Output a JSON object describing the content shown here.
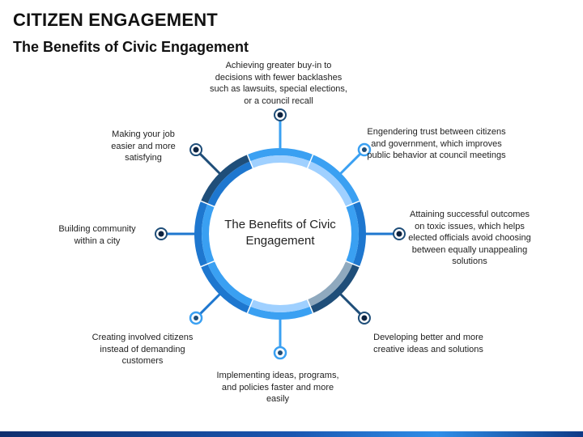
{
  "header": {
    "title": "CITIZEN ENGAGEMENT",
    "subtitle": "The Benefits of Civic Engagement"
  },
  "diagram": {
    "center_text": "The Benefits of Civic Engagement",
    "benefits": [
      "Achieving greater buy-in to decisions with fewer backlashes such as lawsuits, special elections, or a council recall",
      "Engendering trust between citizens and government, which improves public behavior at council meetings",
      "Attaining successful outcomes on toxic issues, which helps elected officials avoid choosing between equally unappealing solutions",
      "Developing better and more creative ideas and solutions",
      "Implementing ideas, programs, and policies faster and more easily",
      "Creating involved citizens instead of demanding customers",
      "Building community within a city",
      "Making your job easier and more satisfying"
    ],
    "colors": {
      "dark_navy": "#1f4e79",
      "medium_blue": "#1e77cf",
      "light_blue": "#3aa0f2",
      "pale_blue": "#9fd0ff",
      "gray_blue": "#8fa9be"
    }
  }
}
